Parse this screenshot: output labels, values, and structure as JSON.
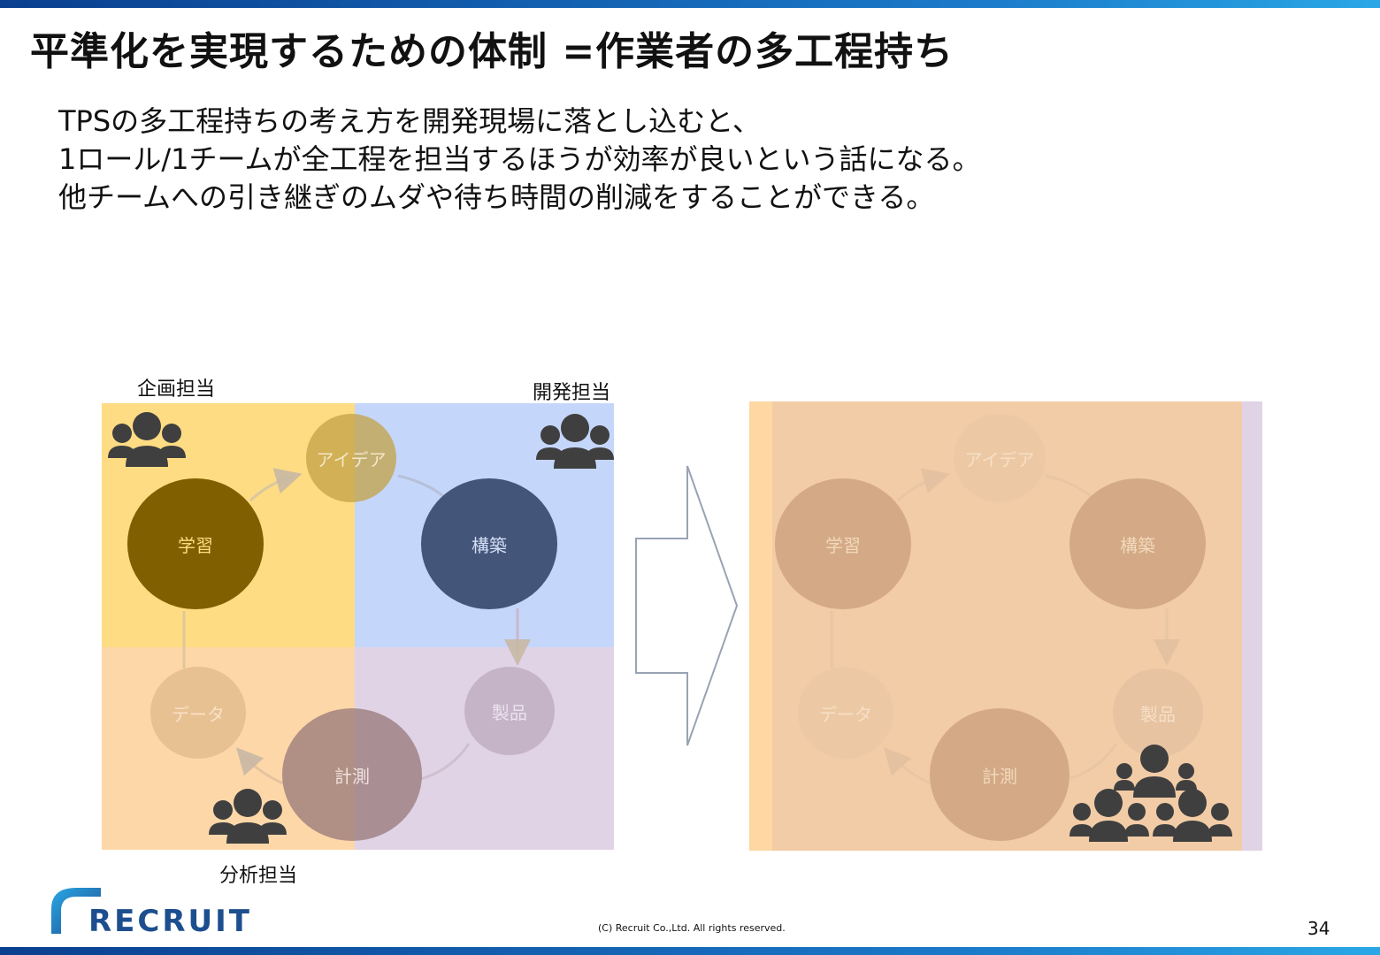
{
  "slide": {
    "title": "平準化を実現するための体制 =作業者の多工程持ち",
    "body_lines": [
      "TPSの多工程持ちの考え方を開発現場に落とし込むと、",
      "1ロール/1チームが全工程を担当するほうが効率が良いという話になる。",
      "他チームへの引き継ぎのムダや待ち時間の削減をすることができる。"
    ]
  },
  "diagram_left": {
    "roles": {
      "planning": "企画担当",
      "development": "開発担当",
      "analysis": "分析担当"
    },
    "stages": {
      "idea": "アイデア",
      "build": "構築",
      "product": "製品",
      "measure": "計測",
      "data": "データ",
      "learn": "学習"
    }
  },
  "diagram_right": {
    "stages": {
      "idea": "アイデア",
      "build": "構築",
      "product": "製品",
      "measure": "計測",
      "data": "データ",
      "learn": "学習"
    }
  },
  "footer": {
    "logo": "RECRUIT",
    "copyright": "(C) Recruit Co.,Ltd. All rights reserved.",
    "page_number": "34"
  },
  "colors": {
    "planning_zone": "#fedc83",
    "development_zone": "#c5d6fb",
    "analysis_zone": "#fed7a9",
    "other_zone": "#e1d3e6",
    "learn_circle": "#7f5f00",
    "build_circle": "#44557a",
    "unified_zone": "#f2cca6",
    "brand_blue": "#1d4f8f"
  }
}
